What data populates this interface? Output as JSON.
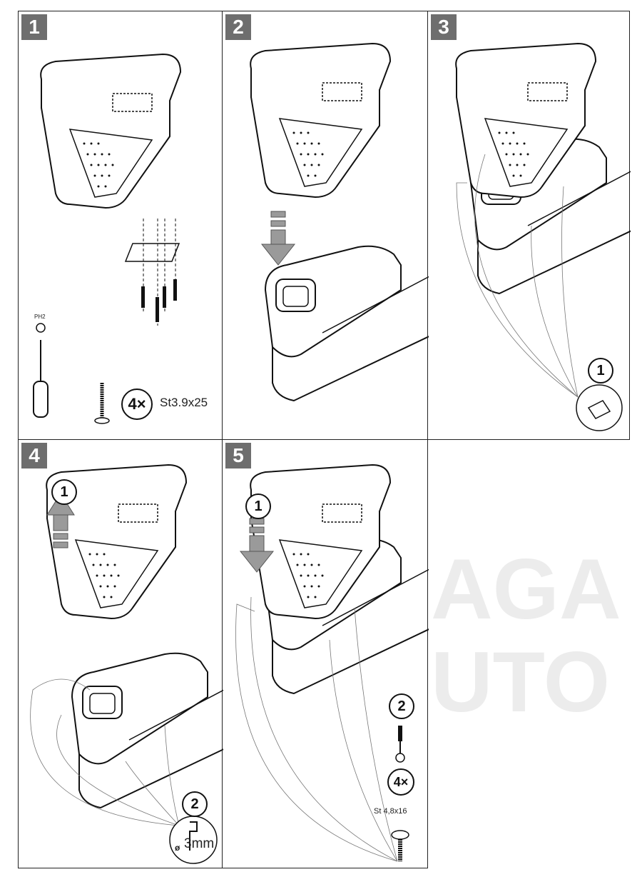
{
  "watermark": "AGAUTO",
  "steps": [
    {
      "number": "1",
      "tool_label": "PH2",
      "quantity": "4×",
      "screw_spec": "St3.9x25"
    },
    {
      "number": "2"
    },
    {
      "number": "3",
      "sub_step": "1"
    },
    {
      "number": "4",
      "sub_steps": [
        "1",
        "2"
      ],
      "drill_size": "3mm",
      "diameter_symbol": "ø"
    },
    {
      "number": "5",
      "sub_steps": [
        "1",
        "2"
      ],
      "quantity": "4×",
      "screw_spec": "St 4,8x16"
    }
  ]
}
